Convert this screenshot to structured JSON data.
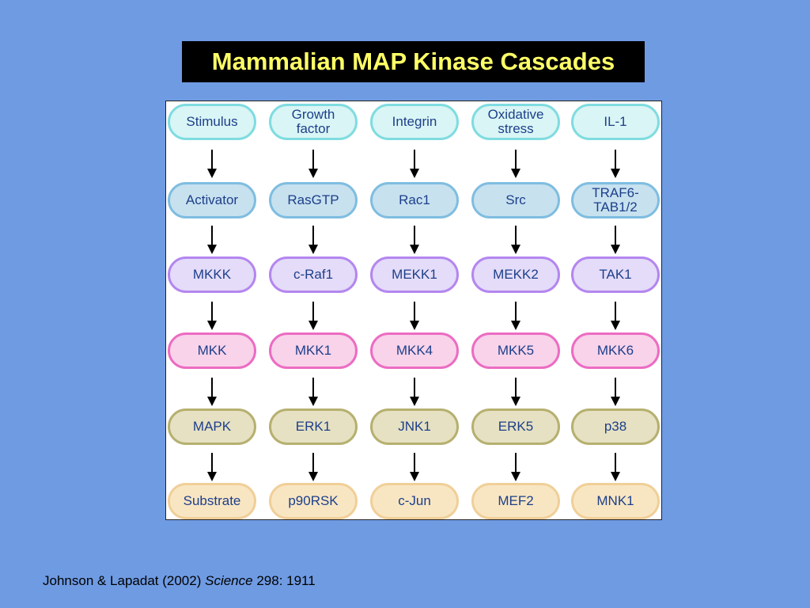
{
  "title": "Mammalian MAP Kinase Cascades",
  "columns": [
    {
      "nodes": [
        "Stimulus",
        "Activator",
        "MKKK",
        "MKK",
        "MAPK",
        "Substrate"
      ]
    },
    {
      "nodes": [
        "Growth\nfactor",
        "RasGTP",
        "c-Raf1",
        "MKK1",
        "ERK1",
        "p90RSK"
      ]
    },
    {
      "nodes": [
        "Integrin",
        "Rac1",
        "MEKK1",
        "MKK4",
        "JNK1",
        "c-Jun"
      ]
    },
    {
      "nodes": [
        "Oxidative\nstress",
        "Src",
        "MEKK2",
        "MKK5",
        "ERK5",
        "MEF2"
      ]
    },
    {
      "nodes": [
        "IL-1",
        "TRAF6-\nTAB1/2",
        "TAK1",
        "MKK6",
        "p38",
        "MNK1"
      ]
    }
  ],
  "citation": {
    "authors": "Johnson & Lapadat (2002)",
    "journal": "Science",
    "ref": "298: 1911"
  }
}
